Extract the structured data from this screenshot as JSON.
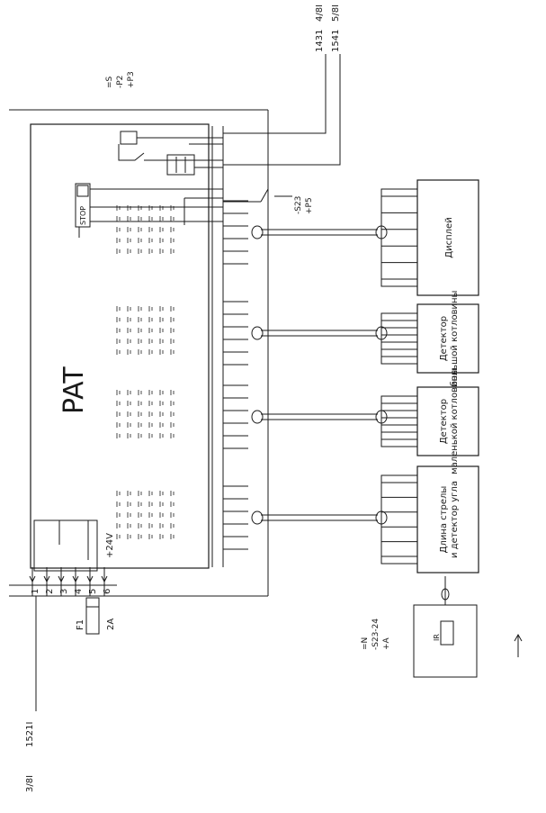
{
  "references": {
    "top_left": "1431",
    "top_left2": "1541",
    "top_right": "4/8I",
    "top_right2": "5/8I",
    "bottom_ref": "1521I",
    "bottom_ref2": "3/8I"
  },
  "main_unit": {
    "label": "PAT",
    "designators": [
      "=S",
      "-P2",
      "+P3"
    ]
  },
  "power": {
    "supply": "+24V",
    "fuse": "F1",
    "fuse_rating": "2A",
    "terminals": [
      "1",
      "2",
      "3",
      "4",
      "5",
      "6"
    ]
  },
  "stop_switch": {
    "label": "STOP",
    "designator": "-S23",
    "location": "+P5"
  },
  "modules": [
    {
      "label": "Дисплей"
    },
    {
      "label": "Детектор большой котловины"
    },
    {
      "label": "Детектор маленькой котловины"
    },
    {
      "label": "Длина стрелы и детектор угла"
    }
  ],
  "angle_sensor": {
    "designators": [
      "=N",
      "-S23-24",
      "+A"
    ],
    "tag": "IR"
  },
  "colors": {
    "ink": "#1a1a1a",
    "paper": "#ffffff"
  }
}
